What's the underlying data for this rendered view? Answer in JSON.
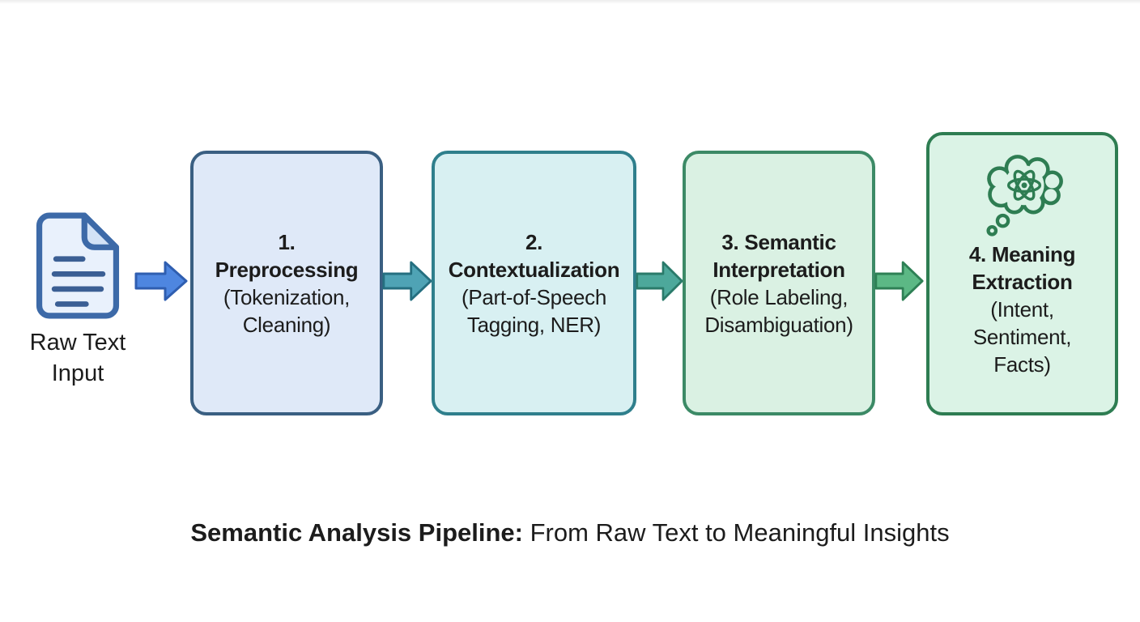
{
  "text_color": "#1c1c1c",
  "background_color": "#ffffff",
  "input": {
    "label": "Raw Text\nInput",
    "icon": "document-icon",
    "icon_fill": "#e9f1fc",
    "icon_fold_fill": "#d2e2f6",
    "icon_stroke": "#3d6aa8",
    "icon_line_color": "#3b5f94"
  },
  "stages": [
    {
      "id": "preprocessing",
      "bold_text": "1.\nPreprocessing",
      "normal_text": "(Tokenization,\nCleaning)",
      "fill": "#dfe9f8",
      "border": "#3a5f82"
    },
    {
      "id": "contextualization",
      "bold_text": "2.\nContextualization",
      "normal_text": "(Part-of-Speech\nTagging, NER)",
      "fill": "#d8f0f2",
      "border": "#2f7f8c"
    },
    {
      "id": "semantic-interpretation",
      "bold_text": "3. Semantic\nInterpretation",
      "normal_text": "(Role Labeling,\nDisambiguation)",
      "fill": "#daf1e3",
      "border": "#3c8a66"
    },
    {
      "id": "meaning-extraction",
      "bold_text": "4. Meaning\nExtraction",
      "normal_text": "(Intent,\nSentiment,\nFacts)",
      "fill": "#dbf3e6",
      "border": "#2e7d52",
      "icon": "thought-bubble-atom-icon",
      "icon_color": "#2e7d52"
    }
  ],
  "arrows": [
    {
      "from": "raw-text-input",
      "to": "preprocessing",
      "fill": "#4e86e0",
      "stroke": "#2f5eb0"
    },
    {
      "from": "preprocessing",
      "to": "contextualization",
      "fill": "#4fa3b5",
      "stroke": "#256f80"
    },
    {
      "from": "contextualization",
      "to": "semantic-interpretation",
      "fill": "#4da89b",
      "stroke": "#2a7a6a"
    },
    {
      "from": "semantic-interpretation",
      "to": "meaning-extraction",
      "fill": "#5cb885",
      "stroke": "#2e8055"
    }
  ],
  "caption": {
    "bold_text": "Semantic Analysis Pipeline:",
    "normal_text": " From Raw Text to Meaningful Insights"
  }
}
